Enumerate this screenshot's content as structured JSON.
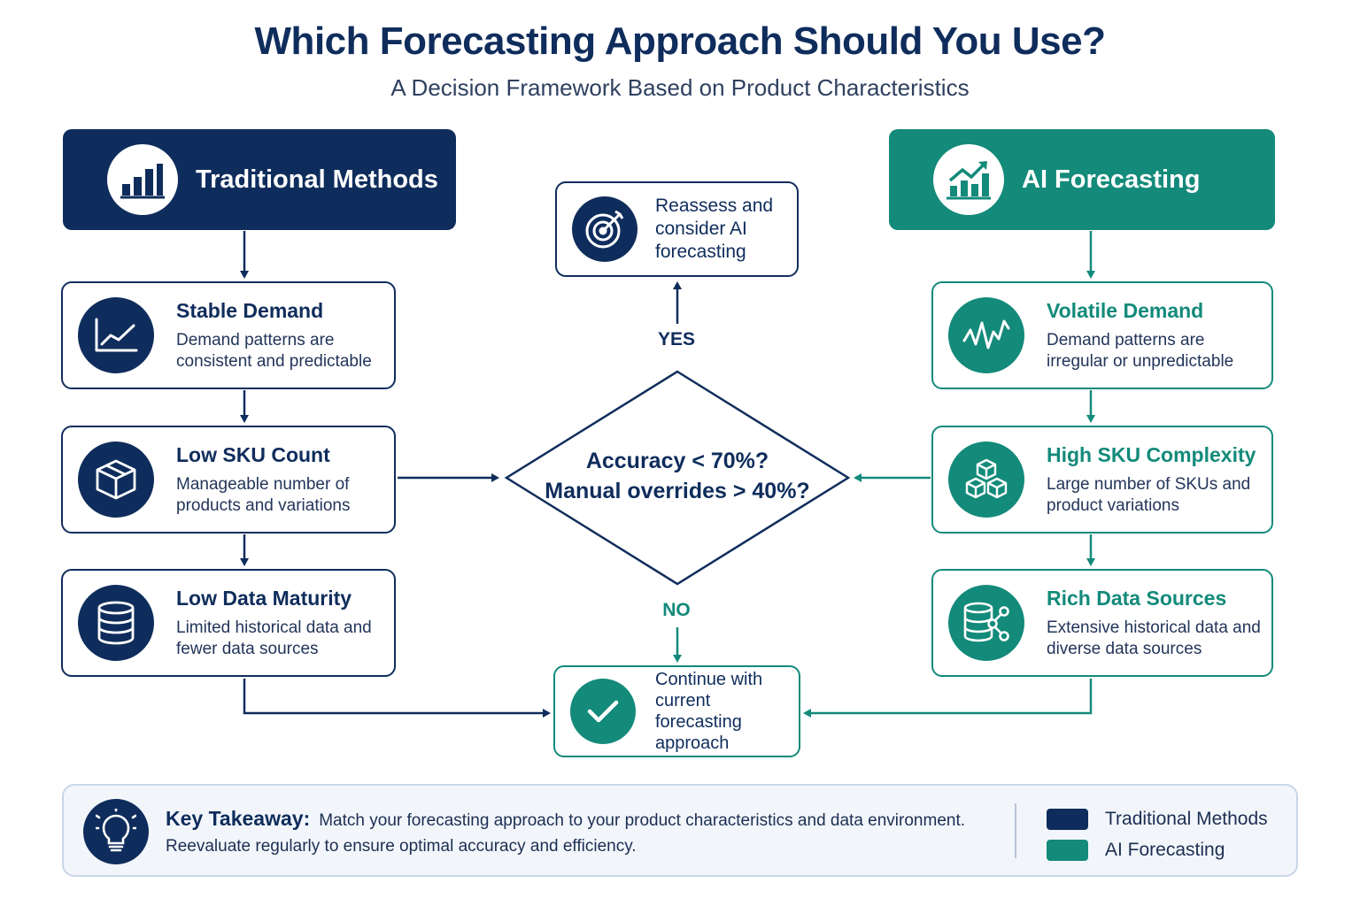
{
  "title": "Which Forecasting Approach Should You Use?",
  "subtitle": "A Decision Framework Based on Product Characteristics",
  "colors": {
    "navy": "#0f2d5c",
    "teal": "#138a7a"
  },
  "traditional": {
    "header": "Traditional Methods",
    "icon": "bar-chart-icon",
    "cards": [
      {
        "title": "Stable Demand",
        "desc": "Demand patterns are consistent and predictable",
        "icon": "line-chart-icon"
      },
      {
        "title": "Low SKU Count",
        "desc": "Manageable number of products and variations",
        "icon": "box-icon"
      },
      {
        "title": "Low Data Maturity",
        "desc": "Limited historical data and fewer data sources",
        "icon": "database-icon"
      }
    ]
  },
  "ai": {
    "header": "AI Forecasting",
    "icon": "trending-bar-chart-icon",
    "cards": [
      {
        "title": "Volatile Demand",
        "desc": "Demand patterns are irregular or unpredictable",
        "icon": "pulse-icon"
      },
      {
        "title": "High SKU Complexity",
        "desc": "Large number of SKUs and product variations",
        "icon": "cubes-icon"
      },
      {
        "title": "Rich Data Sources",
        "desc": "Extensive historical data and diverse data sources",
        "icon": "database-network-icon"
      }
    ]
  },
  "decision": {
    "line1": "Accuracy < 70%?",
    "line2": "Manual overrides > 40%?",
    "yes": "YES",
    "no": "NO"
  },
  "outcomes": {
    "reassess": {
      "text": "Reassess and consider AI forecasting",
      "icon": "target-icon"
    },
    "continue": {
      "text": "Continue with current forecasting approach",
      "icon": "checkmark-icon"
    }
  },
  "takeaway": {
    "label": "Key Takeaway:",
    "line1": "Match your forecasting approach to your product characteristics and data environment.",
    "line2": "Reevaluate regularly to ensure optimal accuracy and efficiency.",
    "icon": "lightbulb-icon"
  },
  "legend": [
    {
      "label": "Traditional Methods",
      "color": "#0f2d5c"
    },
    {
      "label": "AI Forecasting",
      "color": "#138a7a"
    }
  ]
}
